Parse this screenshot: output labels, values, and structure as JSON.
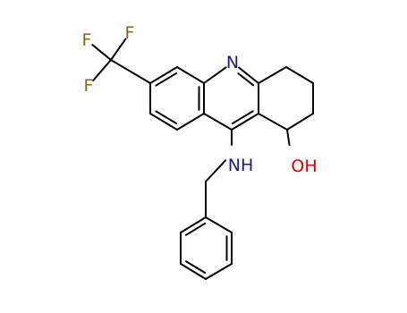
{
  "colors": {
    "background": "#ffffff",
    "bond": "#000000",
    "fluorine": "#8b6914",
    "nitrogen": "#1a1a8c",
    "oxygen": "#dd0000"
  },
  "atoms": {
    "ring_nitrogen": {
      "label": "N",
      "element": "nitrogen"
    },
    "amine_nitrogen": {
      "label": "NH",
      "element": "nitrogen"
    },
    "hydroxyl_oxygen": {
      "label": "OH",
      "element": "oxygen"
    },
    "fluorine_top": {
      "label": "F",
      "element": "fluorine"
    },
    "fluorine_left": {
      "label": "F",
      "element": "fluorine"
    },
    "fluorine_bottom": {
      "label": "F",
      "element": "fluorine"
    }
  }
}
